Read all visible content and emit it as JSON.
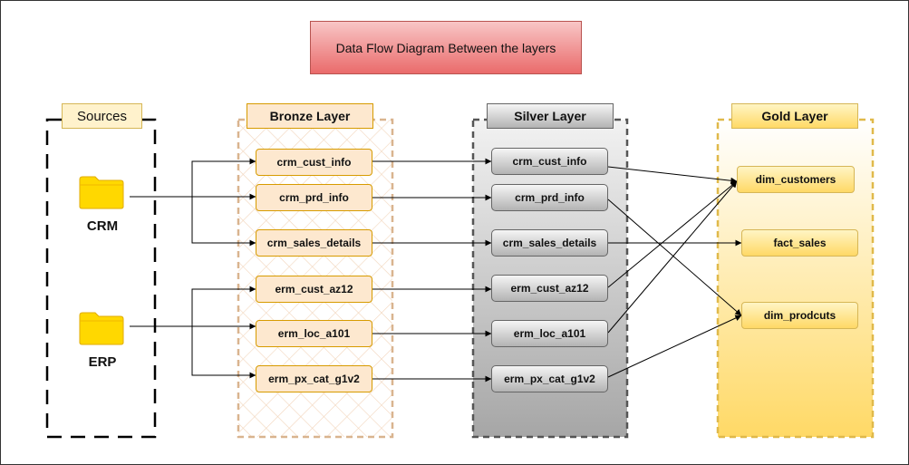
{
  "diagram_title": "Data Flow Diagram Between the layers",
  "sources": {
    "header": "Sources",
    "crm_label": "CRM",
    "erp_label": "ERP",
    "folder_icon": "folder-icon"
  },
  "bronze": {
    "header": "Bronze Layer",
    "items": [
      "crm_cust_info",
      "crm_prd_info",
      "crm_sales_details",
      "erm_cust_az12",
      "erm_loc_a101",
      "erm_px_cat_g1v2"
    ]
  },
  "silver": {
    "header": "Silver Layer",
    "items": [
      "crm_cust_info",
      "crm_prd_info",
      "crm_sales_details",
      "erm_cust_az12",
      "erm_loc_a101",
      "erm_px_cat_g1v2"
    ]
  },
  "gold": {
    "header": "Gold Layer",
    "items": [
      "dim_customers",
      "fact_sales",
      "dim_prodcuts"
    ]
  },
  "edges": [
    {
      "from": "source:CRM",
      "to": "bronze:crm_cust_info"
    },
    {
      "from": "source:CRM",
      "to": "bronze:crm_prd_info"
    },
    {
      "from": "source:CRM",
      "to": "bronze:crm_sales_details"
    },
    {
      "from": "source:ERP",
      "to": "bronze:erm_cust_az12"
    },
    {
      "from": "source:ERP",
      "to": "bronze:erm_loc_a101"
    },
    {
      "from": "source:ERP",
      "to": "bronze:erm_px_cat_g1v2"
    },
    {
      "from": "bronze:crm_cust_info",
      "to": "silver:crm_cust_info"
    },
    {
      "from": "bronze:crm_prd_info",
      "to": "silver:crm_prd_info"
    },
    {
      "from": "bronze:crm_sales_details",
      "to": "silver:crm_sales_details"
    },
    {
      "from": "bronze:erm_cust_az12",
      "to": "silver:erm_cust_az12"
    },
    {
      "from": "bronze:erm_loc_a101",
      "to": "silver:erm_loc_a101"
    },
    {
      "from": "bronze:erm_px_cat_g1v2",
      "to": "silver:erm_px_cat_g1v2"
    },
    {
      "from": "silver:crm_cust_info",
      "to": "gold:dim_customers"
    },
    {
      "from": "silver:erm_cust_az12",
      "to": "gold:dim_customers"
    },
    {
      "from": "silver:erm_loc_a101",
      "to": "gold:dim_customers"
    },
    {
      "from": "silver:crm_sales_details",
      "to": "gold:fact_sales"
    },
    {
      "from": "silver:crm_prd_info",
      "to": "gold:dim_prodcuts"
    },
    {
      "from": "silver:erm_px_cat_g1v2",
      "to": "gold:dim_prodcuts"
    }
  ],
  "colors": {
    "title_fill": "#ea6b6b",
    "bronze_fill": "#fde8cf",
    "bronze_border": "#d79b00",
    "silver_fill": "#b3b3b3",
    "gold_fill": "#ffd966",
    "gold_border": "#d6b656"
  }
}
